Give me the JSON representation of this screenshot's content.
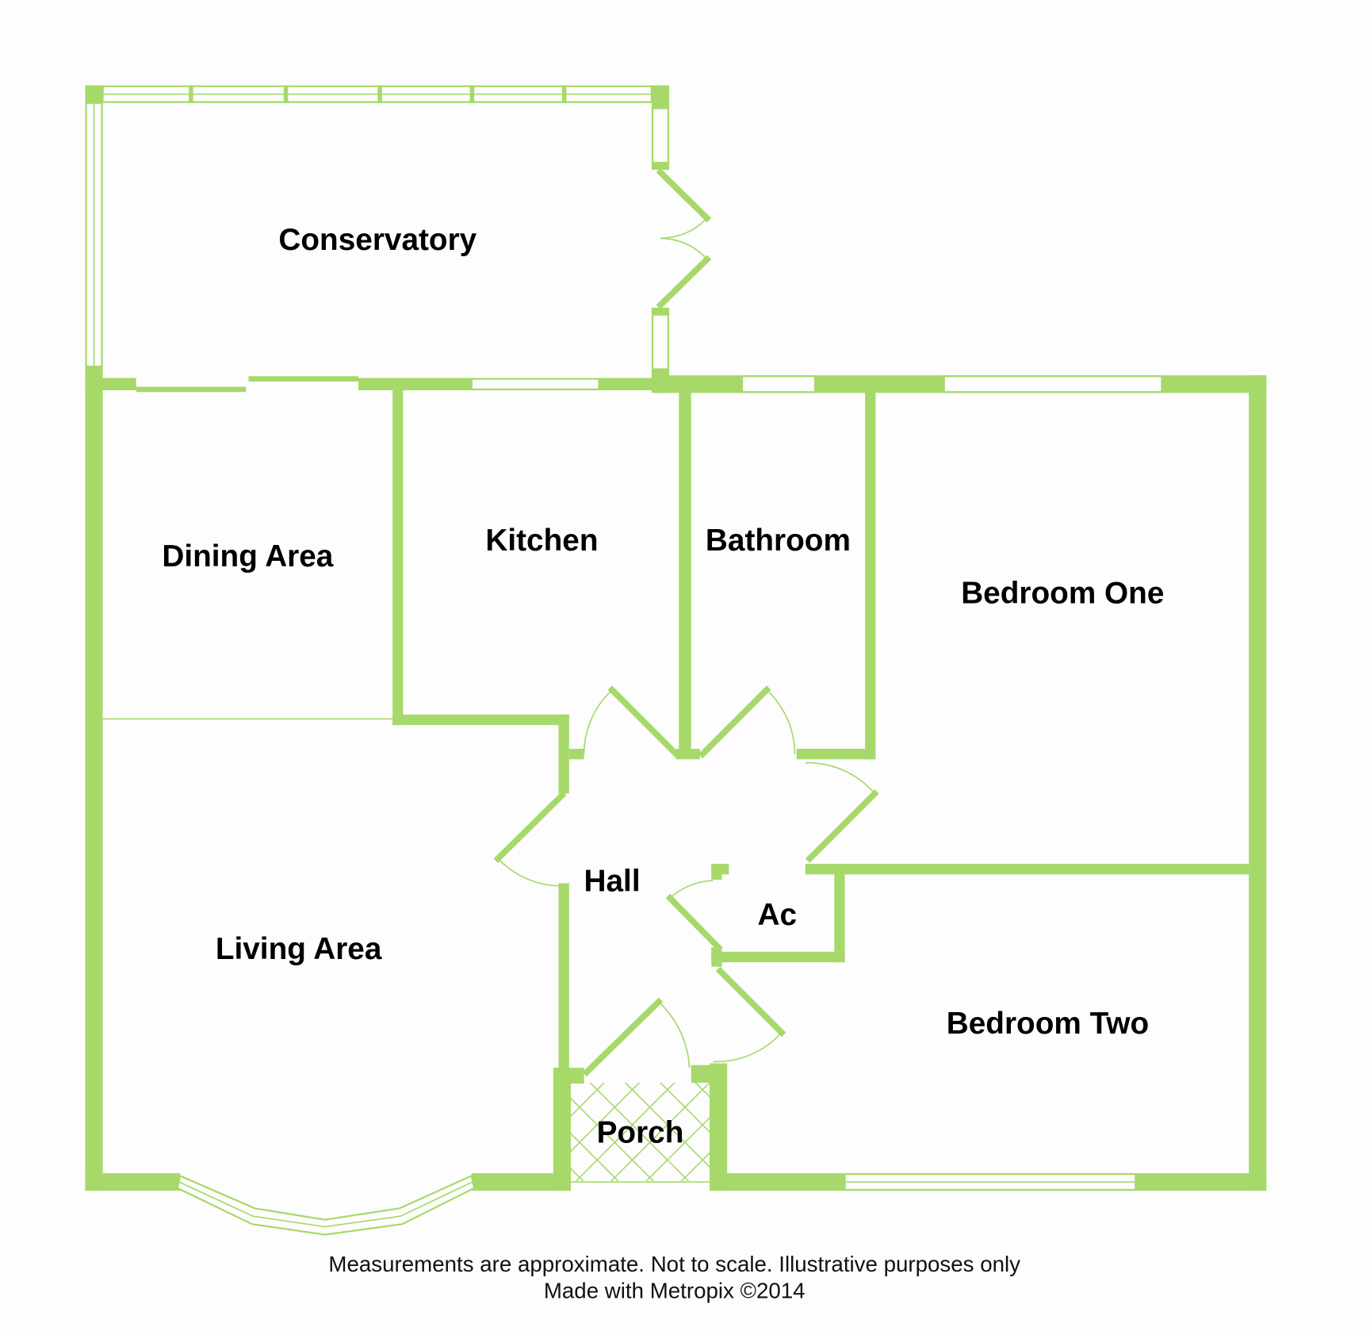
{
  "colors": {
    "wall": "#a6d96a",
    "text": "#000000",
    "background": "#fdfdfd"
  },
  "rooms": {
    "conservatory": "Conservatory",
    "dining_area": "Dining Area",
    "kitchen": "Kitchen",
    "bathroom": "Bathroom",
    "bedroom_one": "Bedroom One",
    "hall": "Hall",
    "ac": "Ac",
    "living_area": "Living Area",
    "bedroom_two": "Bedroom Two",
    "porch": "Porch"
  },
  "footer": {
    "line1": "Measurements are approximate.  Not to scale.  Illustrative purposes only",
    "line2": "Made with Metropix ©2014"
  }
}
